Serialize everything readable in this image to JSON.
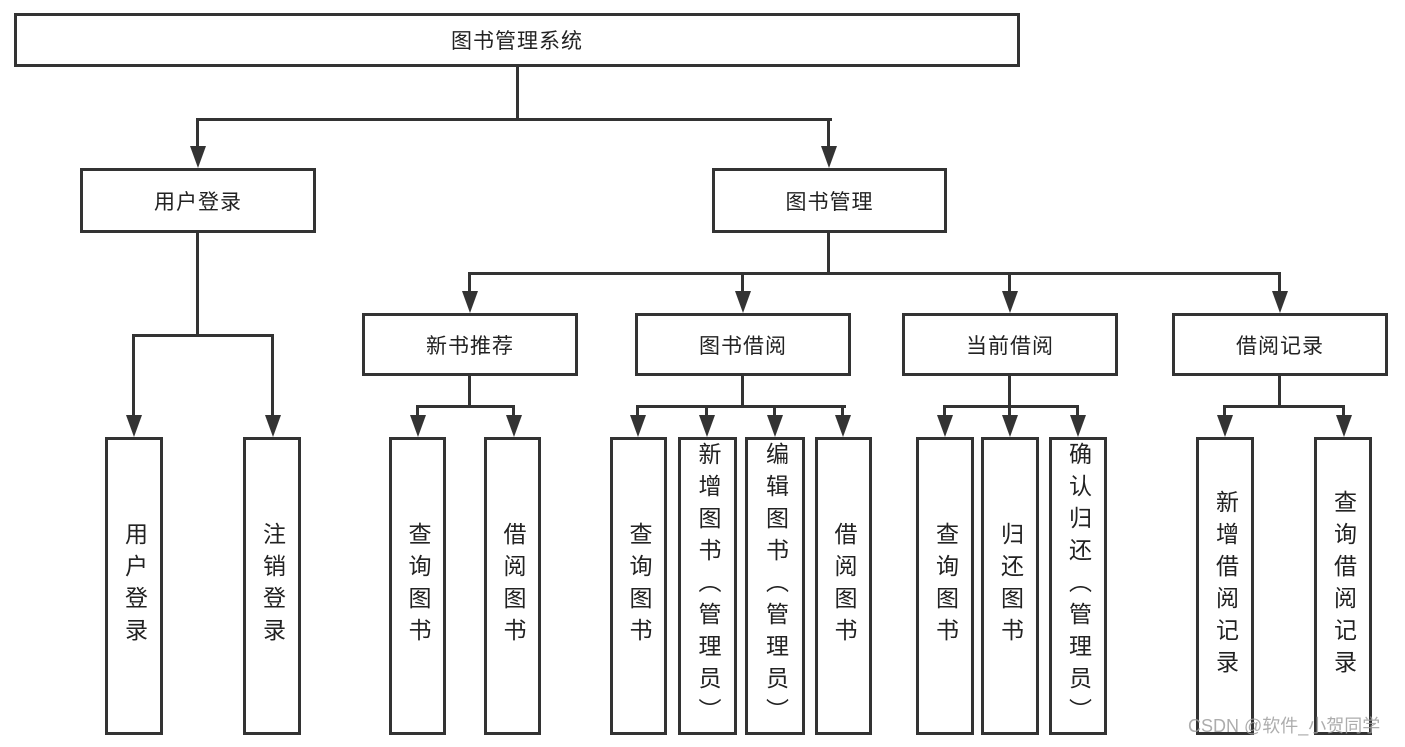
{
  "diagram": {
    "type": "hierarchy",
    "nodes": {
      "root": "图书管理系统",
      "user_login": "用户登录",
      "book_management": "图书管理",
      "new_book_recommend": "新书推荐",
      "book_borrow": "图书借阅",
      "current_borrow": "当前借阅",
      "borrow_records": "借阅记录",
      "leaf_user_login": "用户登录",
      "leaf_logout": "注销登录",
      "leaf_nbr_query_book": "查询图书",
      "leaf_nbr_borrow_book": "借阅图书",
      "leaf_bb_query_book": "查询图书",
      "leaf_bb_add_book": "新增图书（管理员）",
      "leaf_bb_edit_book": "编辑图书（管理员）",
      "leaf_bb_borrow_book": "借阅图书",
      "leaf_cb_query_book": "查询图书",
      "leaf_cb_return_book": "归还图书",
      "leaf_cb_confirm_return": "确认归还（管理员）",
      "leaf_br_add_record": "新增借阅记录",
      "leaf_br_query_record": "查询借阅记录"
    },
    "hierarchy": {
      "图书管理系统": [
        "用户登录",
        "图书管理"
      ],
      "用户登录": [
        "用户登录",
        "注销登录"
      ],
      "图书管理": [
        "新书推荐",
        "图书借阅",
        "当前借阅",
        "借阅记录"
      ],
      "新书推荐": [
        "查询图书",
        "借阅图书"
      ],
      "图书借阅": [
        "查询图书",
        "新增图书（管理员）",
        "编辑图书（管理员）",
        "借阅图书"
      ],
      "当前借阅": [
        "查询图书",
        "归还图书",
        "确认归还（管理员）"
      ],
      "借阅记录": [
        "新增借阅记录",
        "查询借阅记录"
      ]
    },
    "colors": {
      "line": "#333333",
      "text": "#222222",
      "background": "#ffffff",
      "watermark": "#9f9f9f"
    }
  },
  "watermark": {
    "text": "CSDN @软件_小贺同学"
  }
}
